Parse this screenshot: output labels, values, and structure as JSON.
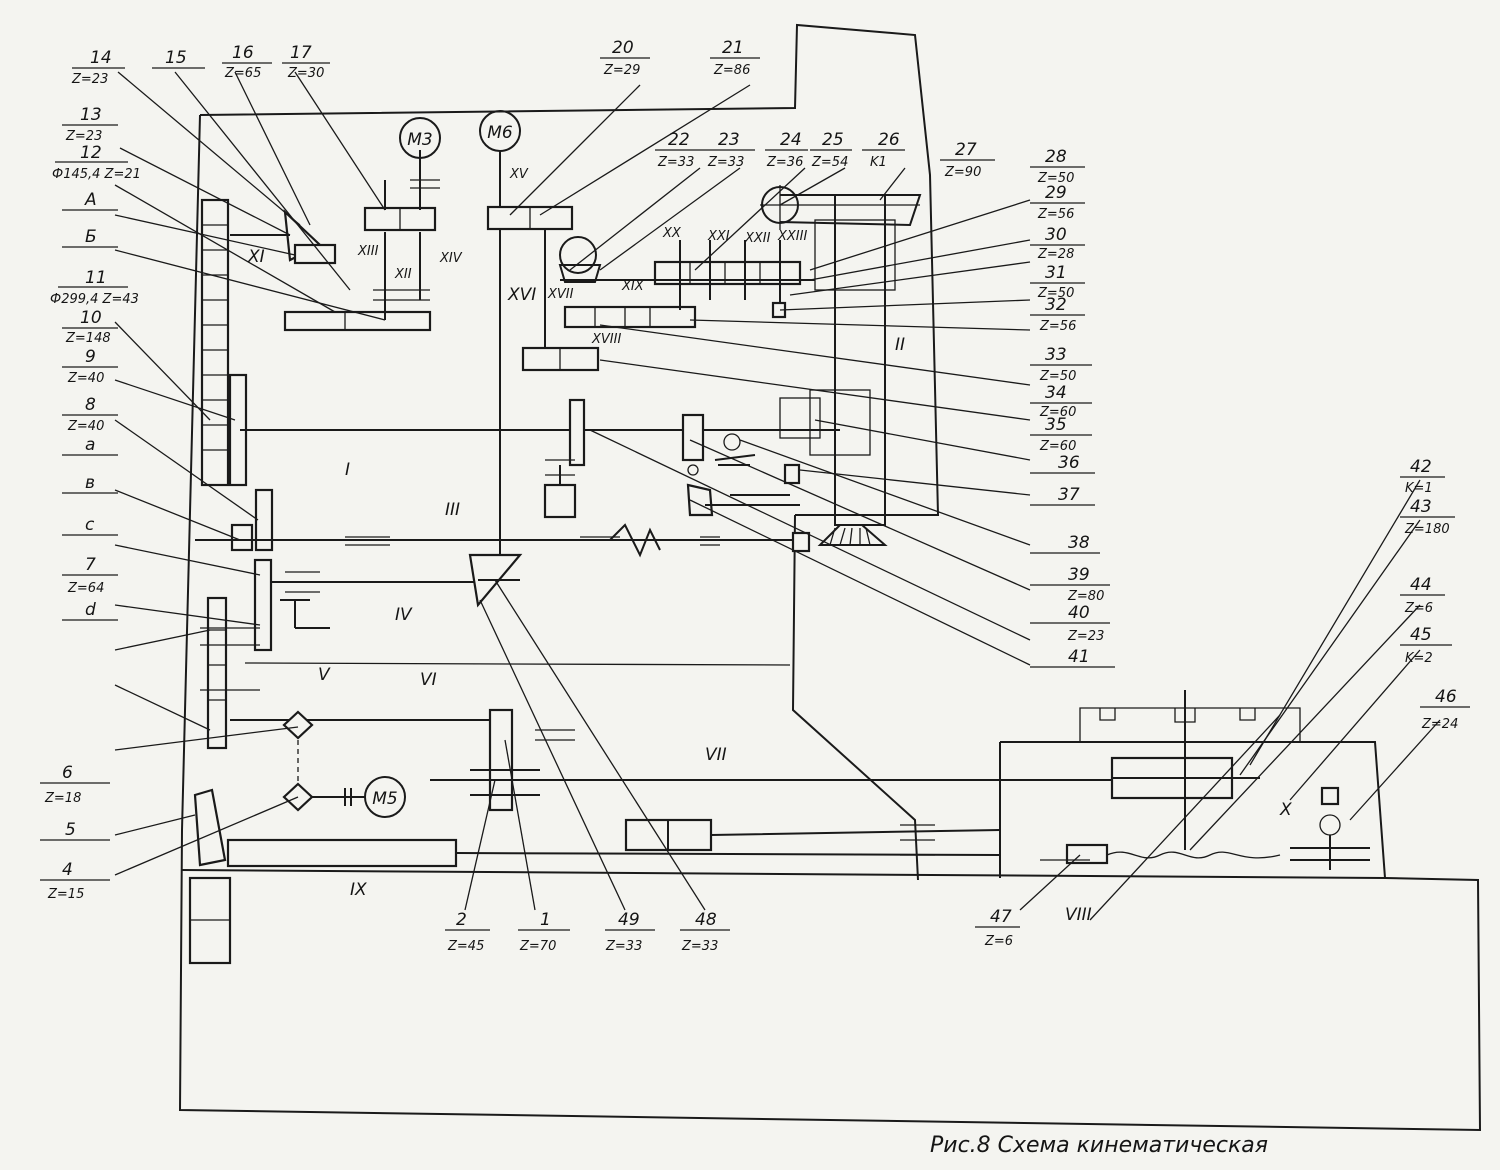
{
  "caption": "Рис.8  Схема кинематическая",
  "motors": {
    "m3": "M3",
    "m6": "M6",
    "m5": "M5"
  },
  "labels": {
    "l14": {
      "num": "14",
      "val": "Z=23"
    },
    "l15": {
      "num": "15",
      "val": ""
    },
    "l16": {
      "num": "16",
      "val": "Z=65"
    },
    "l17": {
      "num": "17",
      "val": "Z=30"
    },
    "l13": {
      "num": "13",
      "val": "Z=23"
    },
    "l12": {
      "num": "12",
      "val": "Ф145,4 Z=21"
    },
    "lA": {
      "num": "А",
      "val": ""
    },
    "lB": {
      "num": "Б",
      "val": ""
    },
    "l11": {
      "num": "11",
      "val": "Ф299,4 Z=43"
    },
    "l10": {
      "num": "10",
      "val": "Z=148"
    },
    "l9": {
      "num": "9",
      "val": "Z=40"
    },
    "l8": {
      "num": "8",
      "val": "Z=40"
    },
    "la": {
      "num": "а",
      "val": ""
    },
    "lv": {
      "num": "в",
      "val": ""
    },
    "lc": {
      "num": "с",
      "val": ""
    },
    "l7": {
      "num": "7",
      "val": "Z=64"
    },
    "ld": {
      "num": "d",
      "val": ""
    },
    "l20": {
      "num": "20",
      "val": "Z=29"
    },
    "l21": {
      "num": "21",
      "val": "Z=86"
    },
    "l22": {
      "num": "22",
      "val": "Z=33"
    },
    "l23": {
      "num": "23",
      "val": "Z=33"
    },
    "l24": {
      "num": "24",
      "val": "Z=36"
    },
    "l25": {
      "num": "25",
      "val": "Z=54"
    },
    "l26": {
      "num": "26",
      "val": "K1"
    },
    "l27": {
      "num": "27",
      "val": "Z=90"
    },
    "l28": {
      "num": "28",
      "val": "Z=50"
    },
    "l29": {
      "num": "29",
      "val": "Z=56"
    },
    "l30": {
      "num": "30",
      "val": "Z=28"
    },
    "l31": {
      "num": "31",
      "val": "Z=50"
    },
    "l32": {
      "num": "32",
      "val": "Z=56"
    },
    "l33": {
      "num": "33",
      "val": "Z=50"
    },
    "l34": {
      "num": "34",
      "val": "Z=60"
    },
    "l35": {
      "num": "35",
      "val": "Z=60"
    },
    "l36": {
      "num": "36",
      "val": ""
    },
    "l37": {
      "num": "37",
      "val": ""
    },
    "l38": {
      "num": "38",
      "val": ""
    },
    "l39": {
      "num": "39",
      "val": "Z=80"
    },
    "l40": {
      "num": "40",
      "val": "Z=23"
    },
    "l41": {
      "num": "41",
      "val": ""
    },
    "l42": {
      "num": "42",
      "val": "K=1"
    },
    "l43": {
      "num": "43",
      "val": "Z=180"
    },
    "l44": {
      "num": "44",
      "val": "Z=6"
    },
    "l45": {
      "num": "45",
      "val": "K=2"
    },
    "l46": {
      "num": "46",
      "val": "Z=24"
    },
    "l6": {
      "num": "6",
      "val": "Z=18"
    },
    "l5": {
      "num": "5",
      "val": ""
    },
    "l4": {
      "num": "4",
      "val": "Z=15"
    },
    "l2": {
      "num": "2",
      "val": "Z=45"
    },
    "l1": {
      "num": "1",
      "val": "Z=70"
    },
    "l49": {
      "num": "49",
      "val": "Z=33"
    },
    "l48": {
      "num": "48",
      "val": "Z=33"
    },
    "l47": {
      "num": "47",
      "val": "Z=6"
    }
  },
  "shafts": {
    "I": "I",
    "II": "II",
    "III": "III",
    "IV": "IV",
    "V": "V",
    "VI": "VI",
    "VII": "VII",
    "VIII": "VIII",
    "IX": "IX",
    "X": "X",
    "XI": "XI",
    "XII": "XII",
    "XIII": "XIII",
    "XIV": "XIV",
    "XV": "XV",
    "XVI": "XVI",
    "XVII": "XVII",
    "XVIII": "XVIII",
    "XIX": "XIX",
    "XX": "XX",
    "XXI": "XXI",
    "XXII": "XXII",
    "XXIII": "XXIII"
  }
}
